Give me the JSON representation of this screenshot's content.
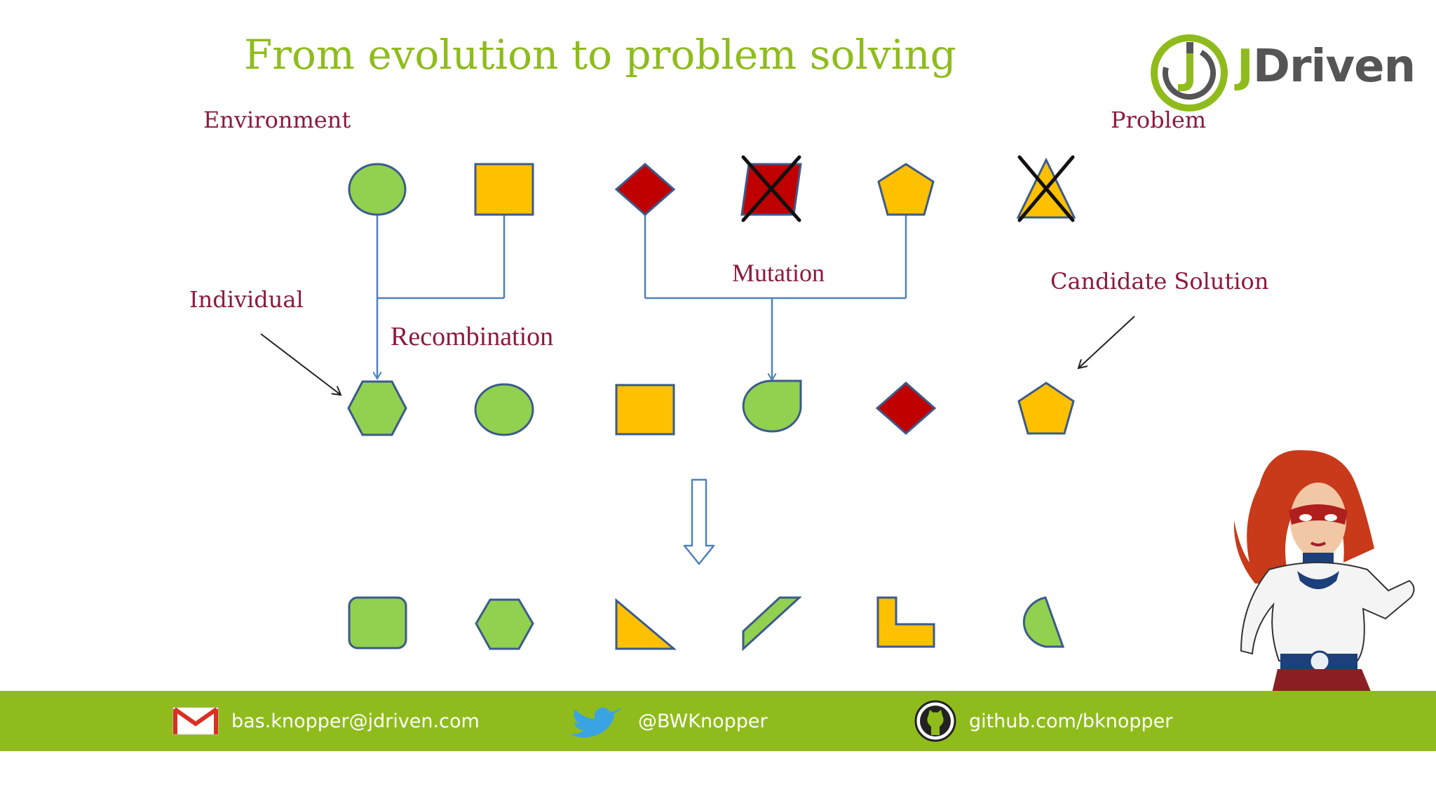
{
  "slide": {
    "title": "From evolution to problem solving",
    "brand": {
      "prefix": "J",
      "rest": "Driven"
    }
  },
  "labels": {
    "environment": "Environment",
    "problem": "Problem",
    "individual": "Individual",
    "candidate_solution": "Candidate Solution",
    "mutation": "Mutation",
    "recombination": "Recombination"
  },
  "population": {
    "parents": [
      {
        "shape": "ellipse",
        "color": "green",
        "crossed": false
      },
      {
        "shape": "square",
        "color": "yellow",
        "crossed": false
      },
      {
        "shape": "diamond",
        "color": "red",
        "crossed": false
      },
      {
        "shape": "parallelogram",
        "color": "red",
        "crossed": true
      },
      {
        "shape": "pentagon",
        "color": "yellow",
        "crossed": false
      },
      {
        "shape": "triangle",
        "color": "yellow",
        "crossed": true
      }
    ],
    "offspring": [
      {
        "shape": "hexagon",
        "color": "green"
      },
      {
        "shape": "ellipse",
        "color": "green"
      },
      {
        "shape": "square",
        "color": "yellow"
      },
      {
        "shape": "leaf",
        "color": "green"
      },
      {
        "shape": "diamond",
        "color": "red"
      },
      {
        "shape": "pentagon",
        "color": "yellow"
      }
    ],
    "next_generation": [
      {
        "shape": "rounded-square",
        "color": "green"
      },
      {
        "shape": "hexagon",
        "color": "green"
      },
      {
        "shape": "right-triangle",
        "color": "yellow"
      },
      {
        "shape": "parallelogram",
        "color": "green"
      },
      {
        "shape": "l-shape",
        "color": "yellow"
      },
      {
        "shape": "half-circle",
        "color": "green"
      }
    ]
  },
  "colors": {
    "green": "#92d050",
    "yellow": "#ffc000",
    "red": "#c00000",
    "outline": "#3b5b8a",
    "connector": "#4f81bd",
    "accent": "#8fbc1c",
    "label": "#8b1a3c"
  },
  "footer": {
    "email": "bas.knopper@jdriven.com",
    "twitter": "@BWKnopper",
    "github": "github.com/bknopper",
    "icons": [
      "gmail-icon",
      "twitter-icon",
      "github-icon"
    ]
  }
}
